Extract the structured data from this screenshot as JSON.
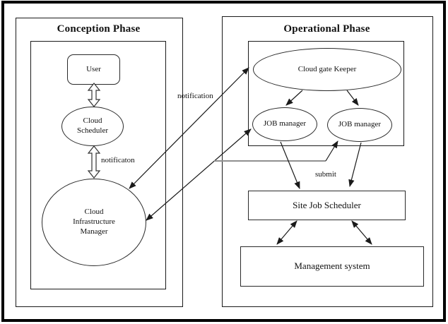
{
  "conception": {
    "title": "Conception Phase",
    "user_label": "User",
    "cloud_scheduler_label": "Cloud Scheduler",
    "cim_label": "Cloud Infrastructure Manager",
    "notification_label": "notificaton"
  },
  "cross_links": {
    "notification_label": "notification"
  },
  "operational": {
    "title": "Operational Phase",
    "cloud_gate_keeper_label": "Cloud gate Keeper",
    "job_manager_left_label": "JOB manager",
    "job_manager_right_label": "JOB manager",
    "submit_label": "submit",
    "site_job_scheduler_label": "Site Job Scheduler",
    "management_system_label": "Management system"
  },
  "colors": {
    "line": "#1a1a1a",
    "connector_gray": "#8f8f8f",
    "background": "#ffffff",
    "border": "#000000"
  }
}
